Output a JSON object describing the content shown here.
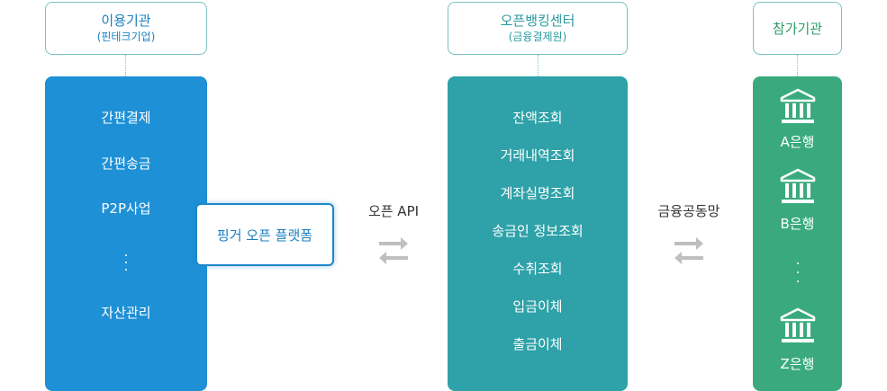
{
  "columns": {
    "user": {
      "title": "이용기관",
      "subtitle": "(핀테크기업)",
      "title_color": "#1a7fc0",
      "panel_color": "#1e90d6",
      "items": [
        "간편결제",
        "간편송금",
        "P2P사업",
        "자산관리"
      ]
    },
    "center": {
      "title": "오픈뱅킹센터",
      "subtitle": "(금융결제원)",
      "title_color": "#2a9aa0",
      "panel_color": "#2ea2a8",
      "items": [
        "잔액조회",
        "거래내역조회",
        "계좌실명조회",
        "송금인 정보조회",
        "수취조회",
        "입금이체",
        "출금이체"
      ]
    },
    "participant": {
      "title": "참가기관",
      "title_color": "#2e9c6c",
      "panel_color": "#3aaa7e",
      "banks": [
        "A은행",
        "B은행",
        "Z은행"
      ],
      "bank_icon": "bank-building-icon"
    }
  },
  "platform": {
    "label": "핑거 오픈 플랫폼",
    "color": "#1a7fc0"
  },
  "connections": {
    "left_label": "오픈 API",
    "right_label": "금융공동망",
    "arrow_icon": "swap-arrows-icon",
    "arrow_color": "#bfbfbf"
  }
}
